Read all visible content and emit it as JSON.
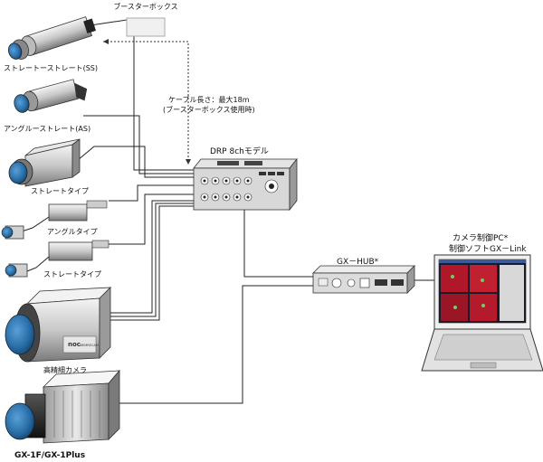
{
  "labels": {
    "booster_box": "ブースターボックス",
    "camera_ss": "ストレートーストレート(SS)",
    "camera_as": "アングルーストレート(AS)",
    "camera_straight_type": "ストレートタイプ",
    "cable_length_line1": "ケーブル長さ：最大18m",
    "cable_length_line2": "(ブースターボックス使用時)",
    "drp_model": "DRP 8chモデル",
    "angle_type": "アングルタイプ",
    "straight_type_small": "ストレートタイプ",
    "hi_res_camera": "高精細カメラ",
    "gx_hub": "GX－HUB*",
    "pc_line1": "カメラ制御PC*",
    "pc_line2": "制御ソフトGX－Link",
    "gx1f": "GX-1F/GX-1Plus",
    "brand_noc": "noc",
    "brand_sub": "MEMRECAM"
  },
  "colors": {
    "lens_blue": "#2a6fa8",
    "metal_light": "#e6e6e6",
    "metal_dark": "#6e6e6e",
    "screen_red": "#b0182a",
    "screen_bg": "#1a1a2a"
  }
}
